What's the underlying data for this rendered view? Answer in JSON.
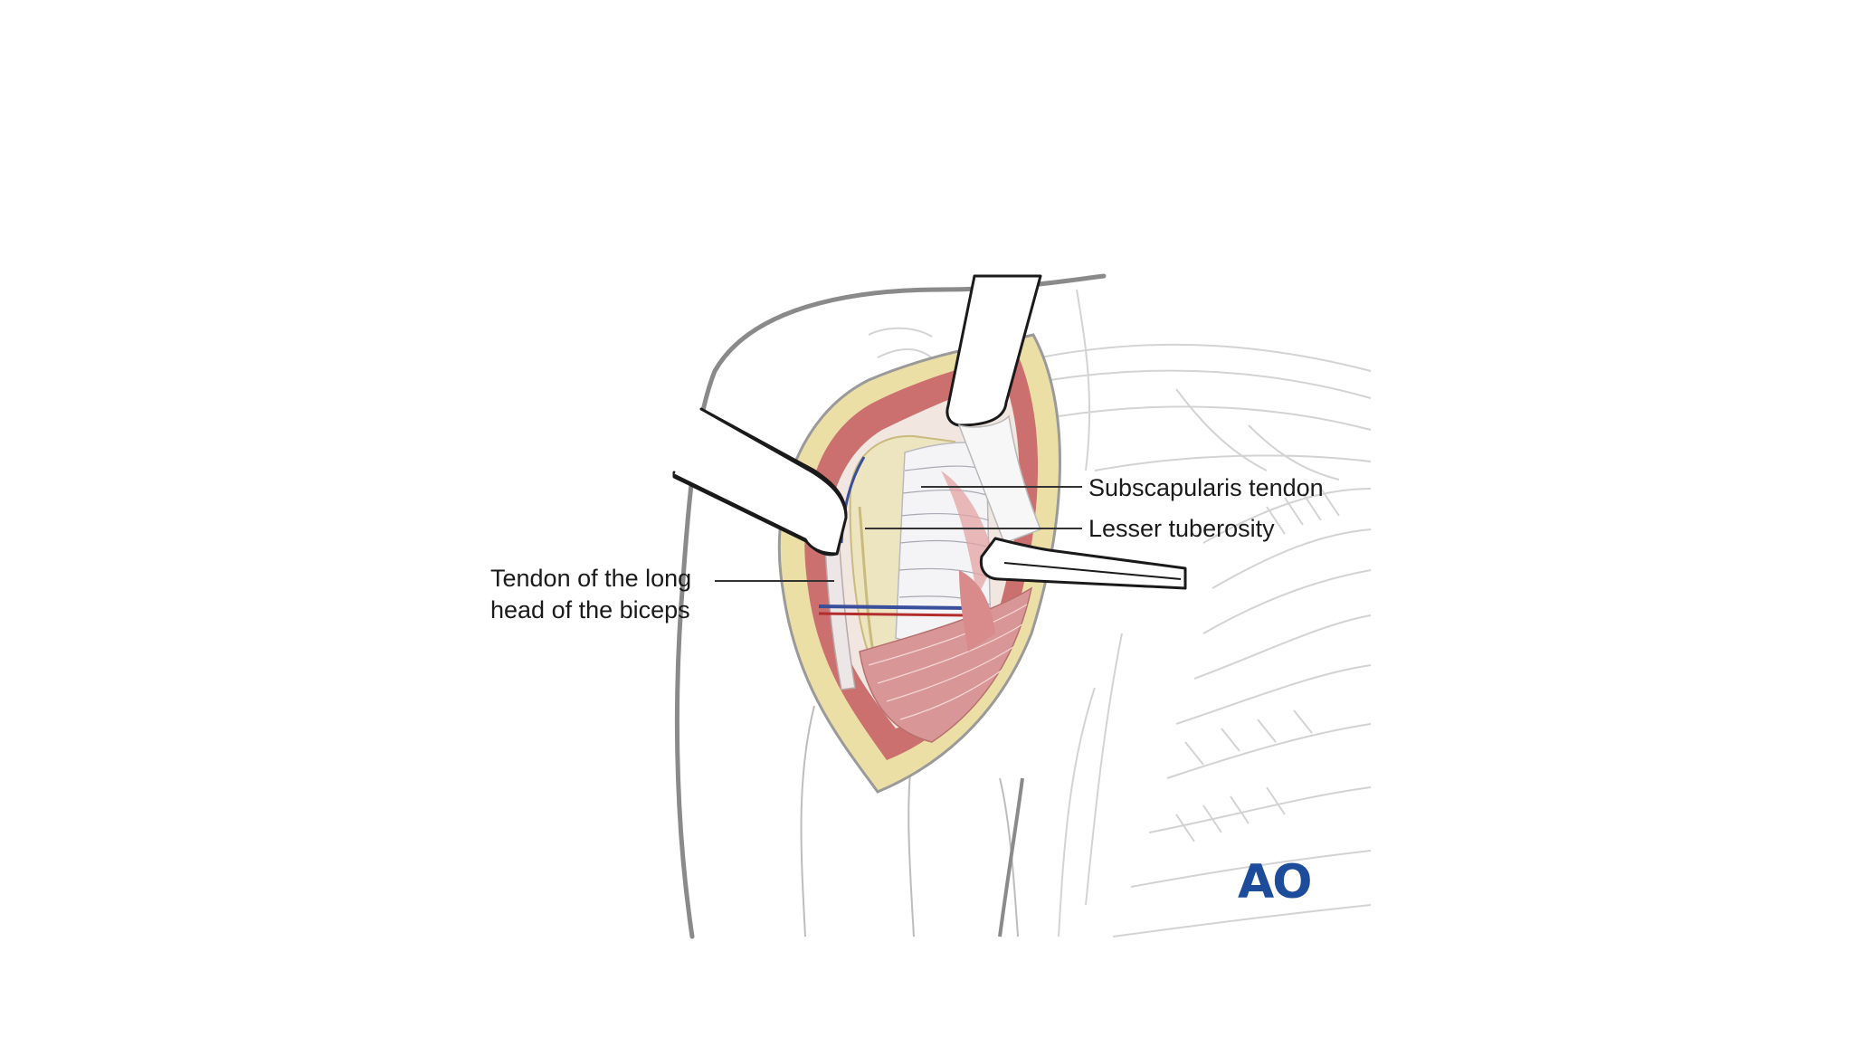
{
  "labels": {
    "subscapularis": "Subscapularis tendon",
    "lesser_tuberosity": "Lesser tuberosity",
    "biceps_line1": "Tendon of the long",
    "biceps_line2": "head of the biceps"
  },
  "logo": {
    "text": "AO",
    "color": "#1d4c9a"
  },
  "colors": {
    "outline": "#8a8a8a",
    "faint_outline": "#cfcfcf",
    "muscle": "#c86a6a",
    "muscle_light": "#e9b7b5",
    "fat": "#e9dca0",
    "tendon": "#eef0f2",
    "bone": "#ece7c8",
    "retractor": "#ffffff"
  }
}
